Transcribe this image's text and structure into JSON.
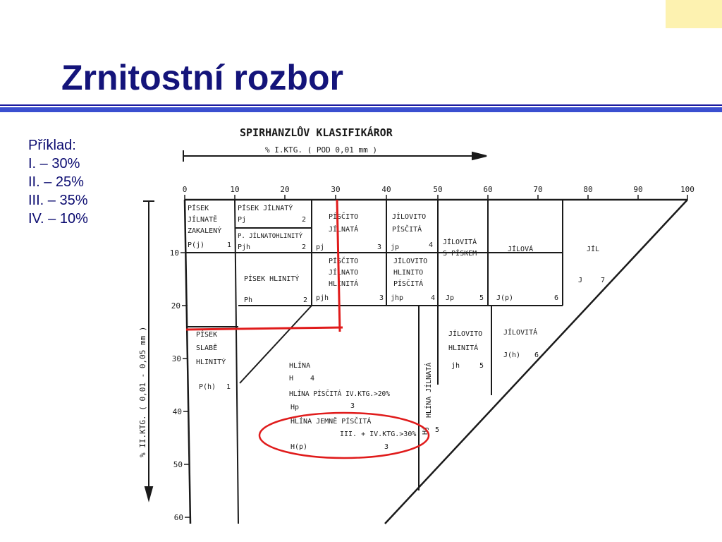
{
  "slide": {
    "title": "Zrnitostní rozbor",
    "example": {
      "heading": "Příklad:",
      "lines": [
        "I. – 30%",
        "II. – 25%",
        "III. – 35%",
        "IV. – 10%"
      ]
    }
  },
  "diagram": {
    "heading": "SPIRHANZLŮV KLASIFIKÁROR",
    "x_axis_label": "% I.KTG. ( POD 0,01 mm )",
    "y_axis_label": "% II.KTG. ( 0,01 - 0,05 mm )",
    "x_ticks": [
      "0",
      "10",
      "20",
      "30",
      "40",
      "50",
      "60",
      "70",
      "80",
      "90",
      "100"
    ],
    "y_ticks": [
      "10",
      "20",
      "30",
      "40",
      "50",
      "60"
    ],
    "cells": {
      "pisek_jilnate_zakaleny": [
        "PÍSEK",
        "JÍLNATĚ",
        "ZAKALENÝ",
        "P(j)",
        "1"
      ],
      "pisek_jilnaty": [
        "PÍSEK JÍLNATÝ",
        "Pj",
        "2"
      ],
      "p_jilnatohlinity": [
        "P. JÍLNATOHLINITÝ",
        "Pjh",
        "2"
      ],
      "piscito_jilnata": [
        "PÍSČITO",
        "JÍLNATÁ",
        "pj",
        "3"
      ],
      "jilovito_piscita": [
        "JÍLOVITO",
        "PÍSČITÁ",
        "jp",
        "4"
      ],
      "jilovita_s_piskem": [
        "JÍLOVITÁ",
        "S PÍSKEM"
      ],
      "jilova": [
        "JÍLOVÁ"
      ],
      "jil": [
        "JÍL",
        "J",
        "7"
      ],
      "pisek_hlinity": [
        "PÍSEK HLINITÝ",
        "Ph",
        "2"
      ],
      "piscito_jilnato_hlinita": [
        "PÍSČITO",
        "JÍLNATO",
        "HLINITÁ",
        "pjh",
        "3"
      ],
      "jilovito_hlinito_piscita": [
        "JÍLOVITO",
        "HLINITO",
        "PÍSČITÁ",
        "jhp",
        "4"
      ],
      "jp5": [
        "Jp",
        "5"
      ],
      "jp6": [
        "J(p)",
        "6"
      ],
      "pisek_slabe_hlinity": [
        "PÍSEK",
        "SLABĚ",
        "HLINITÝ",
        "P(h)",
        "1"
      ],
      "hlina": [
        "HLÍNA",
        "H",
        "4",
        "HLÍNA PÍSČITÁ IV.KTG.>20%",
        "Hp",
        "3",
        "HLÍNA JEMNĚ PÍSČITÁ",
        "III. + IV.KTG.>30%",
        "H(p)",
        "3"
      ],
      "hlina_jilnata": [
        "HLÍNA JÍLNATÁ",
        "Hj",
        "5"
      ],
      "jilovito_hlinita": [
        "JÍLOVITO",
        "HLINITÁ",
        "jh",
        "5"
      ],
      "jilovita_h": [
        "JÍLOVITÁ",
        "J(h)",
        "6"
      ]
    },
    "colors": {
      "ink": "#1a1a1a",
      "marker": "#e01b1b",
      "title": "#14147a",
      "text": "#0b0b70"
    }
  }
}
